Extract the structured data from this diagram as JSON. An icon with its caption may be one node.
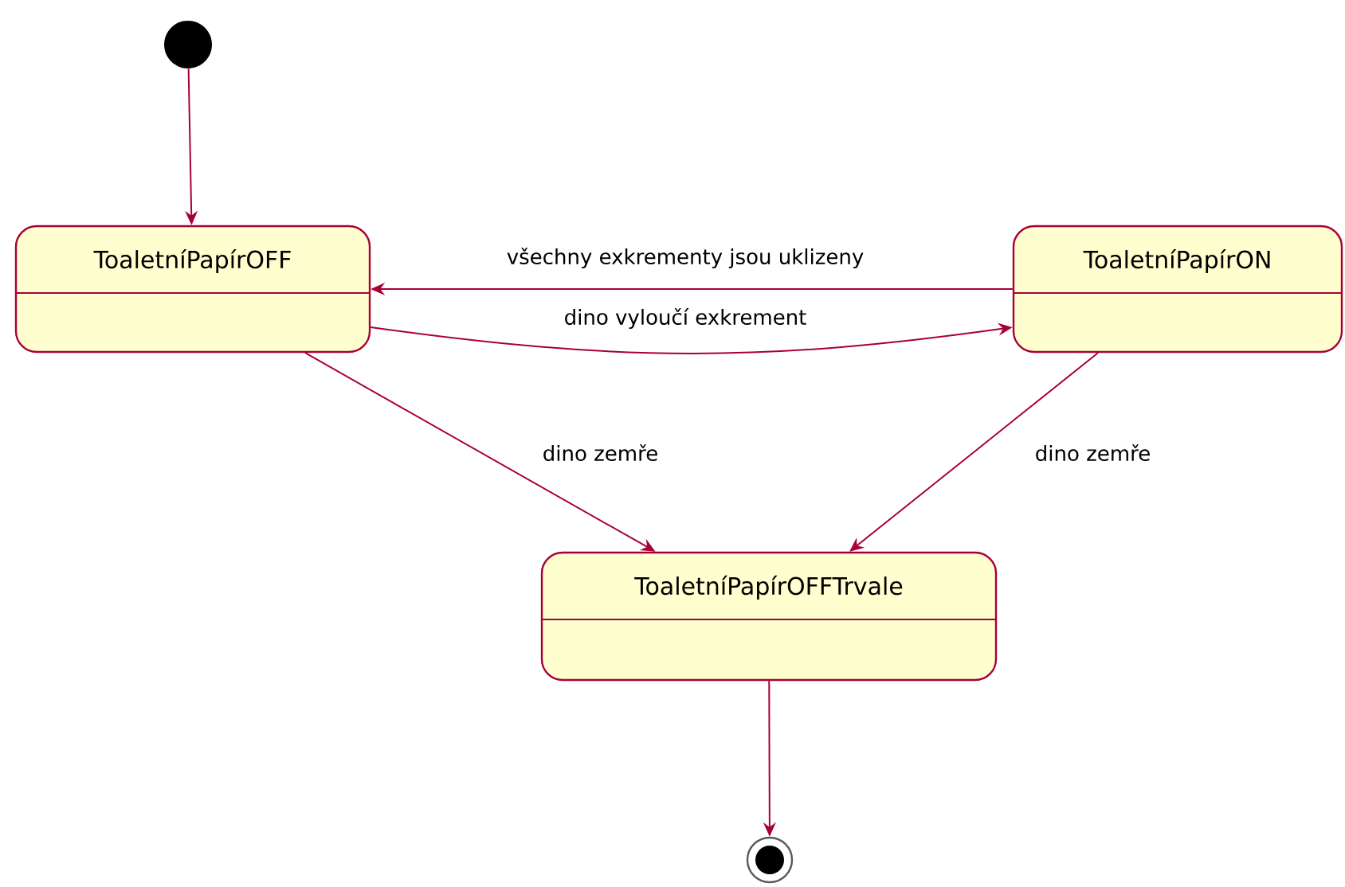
{
  "diagram": {
    "nodes": [
      {
        "text": [],
        "shape": "circle"
      },
      {
        "text": [
          "ToaletníPapírOFF"
        ]
      },
      {
        "text": [
          "ToaletníPapírON"
        ]
      },
      {
        "text": [
          "ToaletníPapírOFFTrvale"
        ]
      },
      {
        "text": [],
        "shape": "circle"
      }
    ],
    "edges": [
      {
        "from": 0,
        "to": 1,
        "arrow": "to"
      },
      {
        "from": 2,
        "to": 1,
        "arrow": "to",
        "label": "všechny exkrementy jsou uklizeny"
      },
      {
        "from": 1,
        "to": 2,
        "arrow": "to",
        "label": "dino vyloučí exkrement"
      },
      {
        "from": 1,
        "to": 3,
        "arrow": "to",
        "label": "dino zemře"
      },
      {
        "from": 2,
        "to": 3,
        "arrow": "to",
        "label": "dino zemře"
      },
      {
        "from": 3,
        "to": 4,
        "arrow": "to"
      }
    ]
  }
}
